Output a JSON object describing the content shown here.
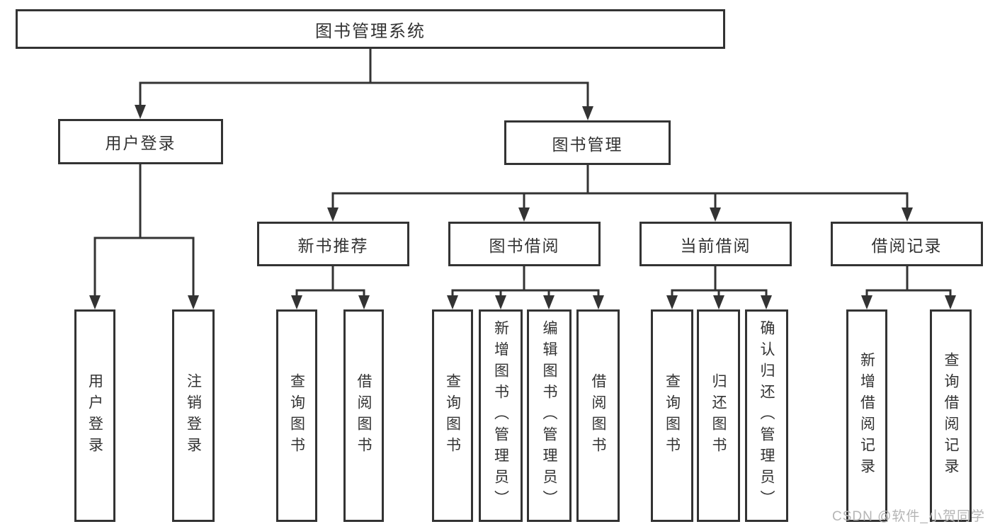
{
  "diagram": {
    "title": "图书管理系统",
    "nodes": {
      "root": "图书管理系统",
      "user_login": "用户登录",
      "book_mgmt": "图书管理",
      "new_book_rec": "新书推荐",
      "book_borrow": "图书借阅",
      "current_borrow": "当前借阅",
      "borrow_record": "借阅记录",
      "leaf_user_login": "用户登录",
      "leaf_logout": "注销登录",
      "leaf_nbr_query": "查询图书",
      "leaf_nbr_borrow": "借阅图书",
      "leaf_bb_query": "查询图书",
      "leaf_bb_add": "新增图书（管理员）",
      "leaf_bb_edit": "编辑图书（管理员）",
      "leaf_bb_borrow": "借阅图书",
      "leaf_cb_query": "查询图书",
      "leaf_cb_return": "归还图书",
      "leaf_cb_confirm": "确认归还（管理员）",
      "leaf_br_add": "新增借阅记录",
      "leaf_br_query": "查询借阅记录"
    },
    "hierarchy": {
      "图书管理系统": {
        "用户登录": [
          "用户登录",
          "注销登录"
        ],
        "图书管理": {
          "新书推荐": [
            "查询图书",
            "借阅图书"
          ],
          "图书借阅": [
            "查询图书",
            "新增图书（管理员）",
            "编辑图书（管理员）",
            "借阅图书"
          ],
          "当前借阅": [
            "查询图书",
            "归还图书",
            "确认归还（管理员）"
          ],
          "借阅记录": [
            "新增借阅记录",
            "查询借阅记录"
          ]
        }
      }
    },
    "colors": {
      "line": "#333333",
      "box_border": "#333333",
      "box_fill": "#ffffff",
      "text": "#333333",
      "background": "#ffffff",
      "watermark": "#b5b5b5"
    }
  },
  "watermark": {
    "text": "CSDN @软件_小贺同学"
  }
}
